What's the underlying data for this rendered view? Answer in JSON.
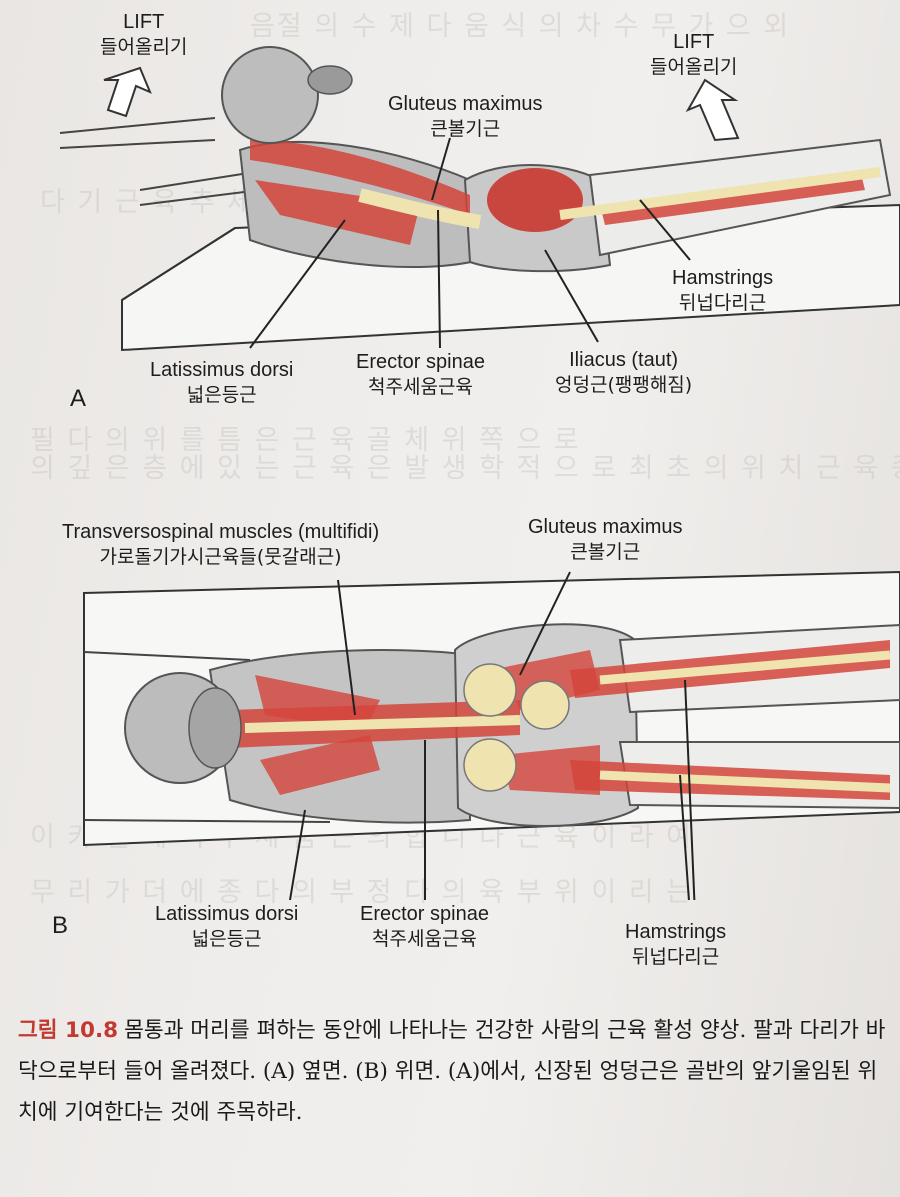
{
  "figure_a": {
    "panel_label": "A",
    "lift_left": {
      "en": "LIFT",
      "ko": "들어올리기"
    },
    "lift_right": {
      "en": "LIFT",
      "ko": "들어올리기"
    },
    "gluteus_maximus": {
      "en": "Gluteus maximus",
      "ko": "큰볼기근"
    },
    "hamstrings": {
      "en": "Hamstrings",
      "ko": "뒤넙다리근"
    },
    "latissimus_dorsi": {
      "en": "Latissimus dorsi",
      "ko": "넓은등근"
    },
    "erector_spinae": {
      "en": "Erector spinae",
      "ko": "척주세움근육"
    },
    "iliacus": {
      "en": "Iliacus (taut)",
      "ko": "엉덩근(팽팽해짐)"
    }
  },
  "figure_b": {
    "panel_label": "B",
    "transversospinal": {
      "en": "Transversospinal muscles (multifidi)",
      "ko": "가로돌기가시근육들(뭇갈래근)"
    },
    "gluteus_maximus": {
      "en": "Gluteus maximus",
      "ko": "큰볼기근"
    },
    "latissimus_dorsi": {
      "en": "Latissimus dorsi",
      "ko": "넓은등근"
    },
    "erector_spinae": {
      "en": "Erector spinae",
      "ko": "척주세움근육"
    },
    "hamstrings": {
      "en": "Hamstrings",
      "ko": "뒤넙다리근"
    }
  },
  "caption": {
    "figure_number": "그림 10.8",
    "text": "몸통과 머리를 펴하는 동안에 나타나는 건강한 사람의 근육 활성 양상. 팔과 다리가 바닥으로부터 들어 올려졌다. (A) 옆면. (B) 위면. (A)에서, 신장된 엉덩근은 골반의 앞기울임된 위치에 기여한다는 것에 주목하라."
  },
  "colors": {
    "muscle_red": "#d4453b",
    "body_gray": "#8f8f8f",
    "bone": "#efe3b0",
    "label_red": "#c23a2f"
  }
}
